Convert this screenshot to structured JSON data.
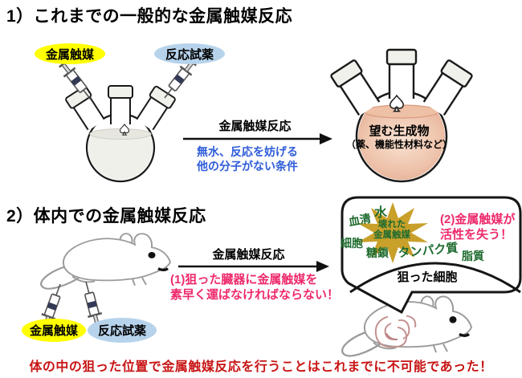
{
  "colors": {
    "catalyst_pill": "#ffff00",
    "reagent_pill": "#b7d3ec",
    "condition_text": "#2e5cd8",
    "warning_text": "#ee2a6b",
    "footer_text": "#c81414",
    "biomolecule_text": "#1e6b2f",
    "starburst": "#c8a02a",
    "product_liquid": "#eec3ab"
  },
  "icons": {
    "flask_mark": "spade-outline",
    "starburst": "broken-catalyst-burst"
  },
  "section1": {
    "title": "1）これまでの一般的な金属触媒反応",
    "catalyst_label": "金属触媒",
    "reagent_label": "反応試薬",
    "arrow_label": "金属触媒反応",
    "condition_line1": "無水、反応を妨げる",
    "condition_line2": "他の分子がない条件",
    "product_line1": "望む生成物",
    "product_line2": "（薬、機能性材料など）"
  },
  "section2": {
    "title": "2）体内での金属触媒反応",
    "catalyst_label": "金属触媒",
    "reagent_label": "反応試薬",
    "arrow_label": "金属触媒反応",
    "problem1_line1": "(1)狙った臓器に金属触媒を",
    "problem1_line2": "素早く運ばなければならない！",
    "problem2_line1": "(2)金属触媒が",
    "problem2_line2": "活性を失う！",
    "bubble_words": {
      "serum": "血清",
      "water": "水",
      "cell": "細胞",
      "glycan": "糖鎖",
      "protein": "タンパク質",
      "lipid": "脂質"
    },
    "starburst_line1": "壊れた",
    "starburst_line2": "金属触媒",
    "target_cell": "狙った細胞"
  },
  "footer": "体の中の狙った位置で金属触媒反応を行うことはこれまでに不可能であった！"
}
